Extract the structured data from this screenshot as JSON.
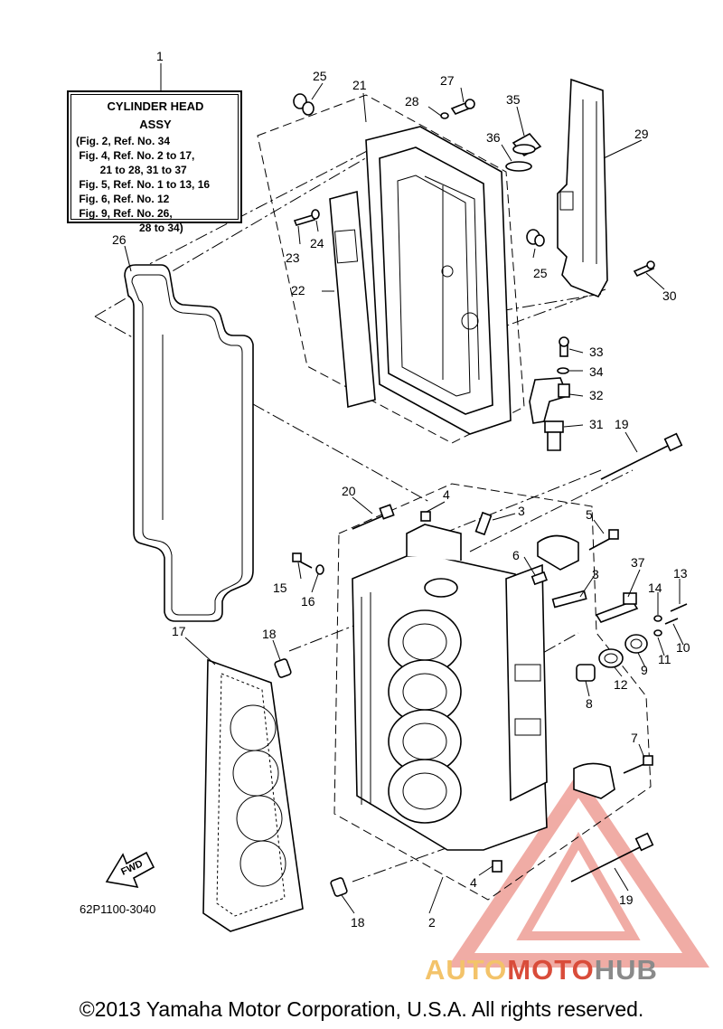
{
  "reference_box": {
    "callout": "1",
    "title_1": "CYLINDER HEAD",
    "title_2": "ASSY",
    "lines": [
      "(Fig. 2, Ref. No. 34",
      " Fig. 4, Ref. No. 2 to 17,",
      "        21 to 28, 31 to 37",
      " Fig. 5, Ref. No. 1 to 13, 16",
      " Fig. 6, Ref. No. 12",
      " Fig. 9, Ref. No. 26,",
      "                     28 to 34)"
    ]
  },
  "callouts": {
    "c2": "2",
    "c3a": "3",
    "c3b": "3",
    "c4a": "4",
    "c4b": "4",
    "c5": "5",
    "c6": "6",
    "c7": "7",
    "c8": "8",
    "c9": "9",
    "c10": "10",
    "c11": "11",
    "c12": "12",
    "c13": "13",
    "c14": "14",
    "c15": "15",
    "c16": "16",
    "c17": "17",
    "c18a": "18",
    "c18b": "18",
    "c19a": "19",
    "c19b": "19",
    "c20": "20",
    "c21": "21",
    "c22": "22",
    "c23": "23",
    "c24": "24",
    "c25a": "25",
    "c25b": "25",
    "c26": "26",
    "c27": "27",
    "c28": "28",
    "c29": "29",
    "c30": "30",
    "c31": "31",
    "c32": "32",
    "c33": "33",
    "c34": "34",
    "c35": "35",
    "c36": "36",
    "c37": "37"
  },
  "fwd_label": "FWD",
  "diagram_code": "62P1100-3040",
  "copyright": "©2013 Yamaha Motor Corporation, U.S.A. All rights reserved.",
  "watermark": {
    "part_a": "AUTO",
    "part_b": "MOTO",
    "part_c": "HUB"
  },
  "colors": {
    "watermark_orange": "#f3c36a",
    "watermark_red": "#d94c3a",
    "watermark_gray": "#8a8a8a"
  }
}
